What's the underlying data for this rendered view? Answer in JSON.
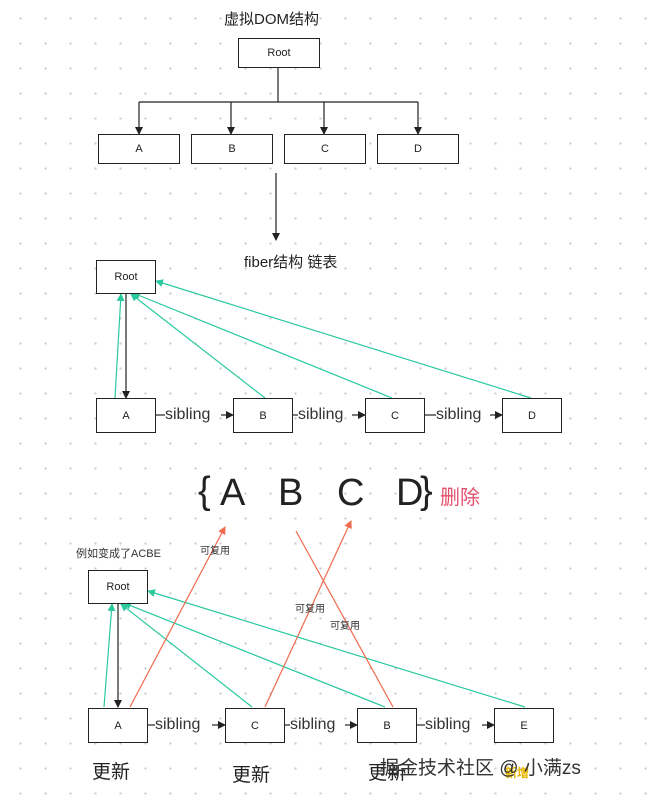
{
  "vdom": {
    "title": "虚拟DOM结构",
    "root": "Root",
    "children": [
      "A",
      "B",
      "C",
      "D"
    ]
  },
  "fiber": {
    "title": "fiber结构 链表",
    "root": "Root",
    "nodes": [
      "A",
      "B",
      "C",
      "D"
    ],
    "sibling_label": "sibling"
  },
  "diff": {
    "old_list": [
      "A",
      "B",
      "C",
      "D"
    ],
    "brace_open": "{",
    "brace_close": "}",
    "delete_label": "删除",
    "example_label": "例如变成了ACBE",
    "reuse_label": "可复用",
    "root": "Root",
    "nodes": [
      "A",
      "C",
      "B",
      "E"
    ],
    "sibling_label": "sibling",
    "update_label": "更新",
    "new_label": "新增"
  },
  "watermark": "掘金技术社区 @ 小满zs",
  "colors": {
    "line": "#222222",
    "return_arrow": "#2bc9a0",
    "reuse_arrow": "#f06a4d",
    "delete": "#e3506c"
  }
}
